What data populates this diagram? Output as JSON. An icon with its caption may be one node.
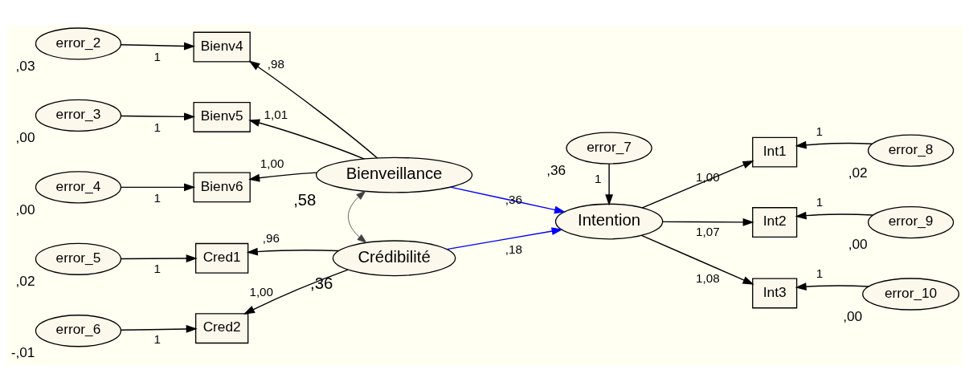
{
  "diagram": {
    "nodes": [
      {
        "text": [
          "error_2"
        ],
        "beside": [
          ",03"
        ]
      },
      {
        "text": [
          "Bienv4"
        ]
      },
      {
        "text": [
          "error_3"
        ],
        "beside": [
          ",00"
        ]
      },
      {
        "text": [
          "Bienv5"
        ]
      },
      {
        "text": [
          "error_4"
        ],
        "beside": [
          ",00"
        ]
      },
      {
        "text": [
          "Bienv6"
        ]
      },
      {
        "text": [
          "Bienveillance"
        ],
        "beside": [
          ",58"
        ]
      },
      {
        "text": [
          "error_7"
        ],
        "beside": [
          ",36"
        ]
      },
      {
        "text": [
          "Intention"
        ]
      },
      {
        "text": [
          "Int1"
        ]
      },
      {
        "text": [
          "error_8"
        ],
        "beside": [
          ",02"
        ]
      },
      {
        "text": [
          "Int2"
        ]
      },
      {
        "text": [
          "error_9"
        ],
        "beside": [
          ",00"
        ]
      },
      {
        "text": [
          "Int3"
        ]
      },
      {
        "text": [
          "error_10"
        ],
        "beside": [
          ",00"
        ]
      },
      {
        "text": [
          "error_5"
        ],
        "beside": [
          ",02"
        ]
      },
      {
        "text": [
          "Cred1"
        ]
      },
      {
        "text": [
          "error_6"
        ],
        "beside": [
          "-,01"
        ]
      },
      {
        "text": [
          "Cred2"
        ]
      },
      {
        "text": [
          "Crédibilité"
        ],
        "beside": [
          ",36"
        ]
      }
    ],
    "edges": [
      {
        "from": 0,
        "to": 1,
        "arrow": "to",
        "label": "1"
      },
      {
        "from": 2,
        "to": 3,
        "arrow": "to",
        "label": "1"
      },
      {
        "from": 4,
        "to": 5,
        "arrow": "to",
        "label": "1"
      },
      {
        "from": 6,
        "to": 1,
        "arrow": "to",
        "label": ",98"
      },
      {
        "from": 6,
        "to": 3,
        "arrow": "to",
        "label": "1,01"
      },
      {
        "from": 6,
        "to": 5,
        "arrow": "to",
        "label": "1,00"
      },
      {
        "from": 6,
        "to": 8,
        "arrow": "to",
        "label": ",36",
        "color": "#0000ff"
      },
      {
        "from": 19,
        "to": 8,
        "arrow": "to",
        "label": ",18",
        "color": "#0000ff"
      },
      {
        "from": 19,
        "to": 6,
        "arrow": "both",
        "color": "#404040"
      },
      {
        "from": 7,
        "to": 8,
        "arrow": "to",
        "label": "1"
      },
      {
        "from": 8,
        "to": 9,
        "arrow": "to",
        "label": "1,00"
      },
      {
        "from": 8,
        "to": 11,
        "arrow": "to",
        "label": "1,07"
      },
      {
        "from": 8,
        "to": 13,
        "arrow": "to",
        "label": "1,08"
      },
      {
        "from": 10,
        "to": 9,
        "arrow": "to",
        "label": "1"
      },
      {
        "from": 12,
        "to": 11,
        "arrow": "to",
        "label": "1"
      },
      {
        "from": 14,
        "to": 13,
        "arrow": "to",
        "label": "1"
      },
      {
        "from": 15,
        "to": 16,
        "arrow": "to",
        "label": "1"
      },
      {
        "from": 17,
        "to": 18,
        "arrow": "to",
        "label": "1"
      },
      {
        "from": 19,
        "to": 16,
        "arrow": "to",
        "label": ",96"
      },
      {
        "from": 19,
        "to": 18,
        "arrow": "to",
        "label": "1,00"
      }
    ]
  }
}
